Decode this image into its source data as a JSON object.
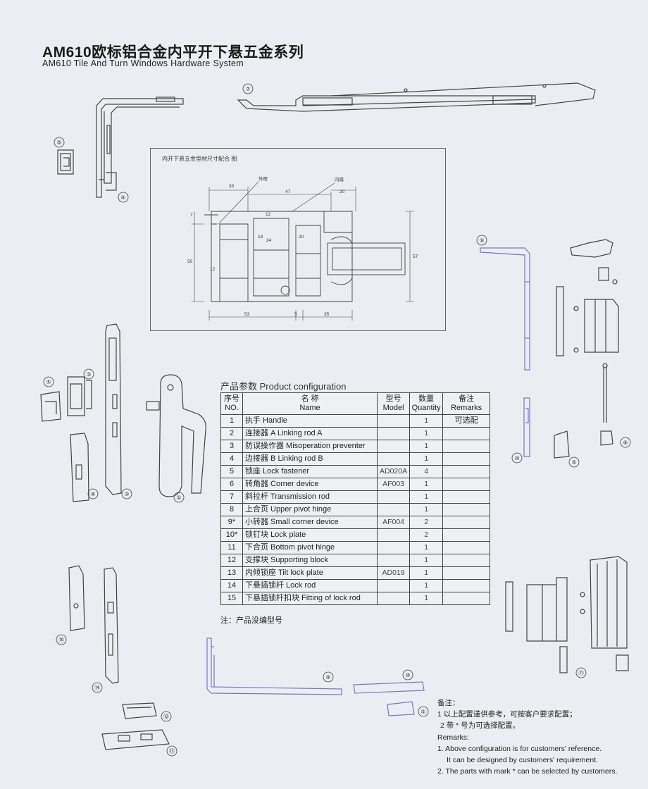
{
  "title": "AM610欧标铝合金内平开下悬五金系列",
  "subtitle": "AM610   Tile And Turn Windows Hardware System",
  "figure": {
    "title": "内开下悬五金型材尺寸配合 图",
    "labels": {
      "outer": "外框",
      "sash": "内扇",
      "d33": "33",
      "d47": "47",
      "d20a": "20",
      "d7": "7",
      "d12a": "12",
      "d18": "18",
      "d24": "24",
      "d20b": "20",
      "d50": "50",
      "d12b": "12",
      "d57": "57",
      "d53": "53",
      "d5": "5",
      "d35": "35"
    }
  },
  "config": {
    "title": "产品参数 Product configuration",
    "headers": {
      "no_cn": "序号",
      "no_en": "NO.",
      "name_cn": "名   称",
      "name_en": "Name",
      "model_cn": "型号",
      "model_en": "Model",
      "qty_cn": "数量",
      "qty_en": "Quantity",
      "remarks_cn": "备注",
      "remarks_en": "Remarks"
    },
    "rows": [
      {
        "no": "1",
        "name": "执手 Handle",
        "model": "",
        "qty": "1",
        "remark": "可选配"
      },
      {
        "no": "2",
        "name": "连接器 A  Linking rod A",
        "model": "",
        "qty": "1",
        "remark": ""
      },
      {
        "no": "3",
        "name": "防误操作器 Misoperation preventer",
        "model": "",
        "qty": "1",
        "remark": ""
      },
      {
        "no": "4",
        "name": "边接器 B  Linking rod B",
        "model": "",
        "qty": "1",
        "remark": ""
      },
      {
        "no": "5",
        "name": "锁座 Lock fastener",
        "model": "AD020A",
        "qty": "4",
        "remark": ""
      },
      {
        "no": "6",
        "name": "转角器 Corner device",
        "model": "AF003",
        "qty": "1",
        "remark": ""
      },
      {
        "no": "7",
        "name": "斜拉杆 Transmission rod",
        "model": "",
        "qty": "1",
        "remark": ""
      },
      {
        "no": "8",
        "name": "上合页 Upper pivot hinge",
        "model": "",
        "qty": "1",
        "remark": ""
      },
      {
        "no": "9*",
        "name": "小转器 Small corner device",
        "model": "AF004",
        "qty": "2",
        "remark": ""
      },
      {
        "no": "10*",
        "name": "锁钉块 Lock plate",
        "model": "",
        "qty": "2",
        "remark": ""
      },
      {
        "no": "11",
        "name": "下合页 Bottom pivot hinge",
        "model": "",
        "qty": "1",
        "remark": ""
      },
      {
        "no": "12",
        "name": "支撑块 Supporting block",
        "model": "",
        "qty": "1",
        "remark": ""
      },
      {
        "no": "13",
        "name": "内倾锁座 Tilt lock plate",
        "model": "AD019",
        "qty": "1",
        "remark": ""
      },
      {
        "no": "14",
        "name": "下悬插锁杆 Lock rod",
        "model": "",
        "qty": "1",
        "remark": ""
      },
      {
        "no": "15",
        "name": "下悬插锁杆扣块 Fitting of lock rod",
        "model": "",
        "qty": "1",
        "remark": ""
      }
    ],
    "note": "注：产品没编型号"
  },
  "remarks": {
    "cn_title": "备注：",
    "cn_1": "1 以上配置谨供参考，可按客户要求配置；",
    "cn_2": "2 带 * 号为可选择配置。",
    "en_title": "Remarks:",
    "en_1a": "1. Above configuration is for customers' reference.",
    "en_1b": "It can be designed by customers' requirement.",
    "en_2": "2. The parts with mark * can be selected by customers."
  },
  "callouts": {
    "c1": "①",
    "c2": "②",
    "c3": "③",
    "c4": "④",
    "c5": "⑤",
    "c6": "⑥",
    "c7": "⑦",
    "c8": "⑧",
    "c9": "⑨",
    "c10": "⑩",
    "c11": "⑪",
    "c12": "⑫",
    "c13": "⑬",
    "c14": "⑭",
    "c15": "⑮"
  },
  "colors": {
    "line": "#444444",
    "violet": "#7a78c0",
    "background": "#eaeef2"
  }
}
